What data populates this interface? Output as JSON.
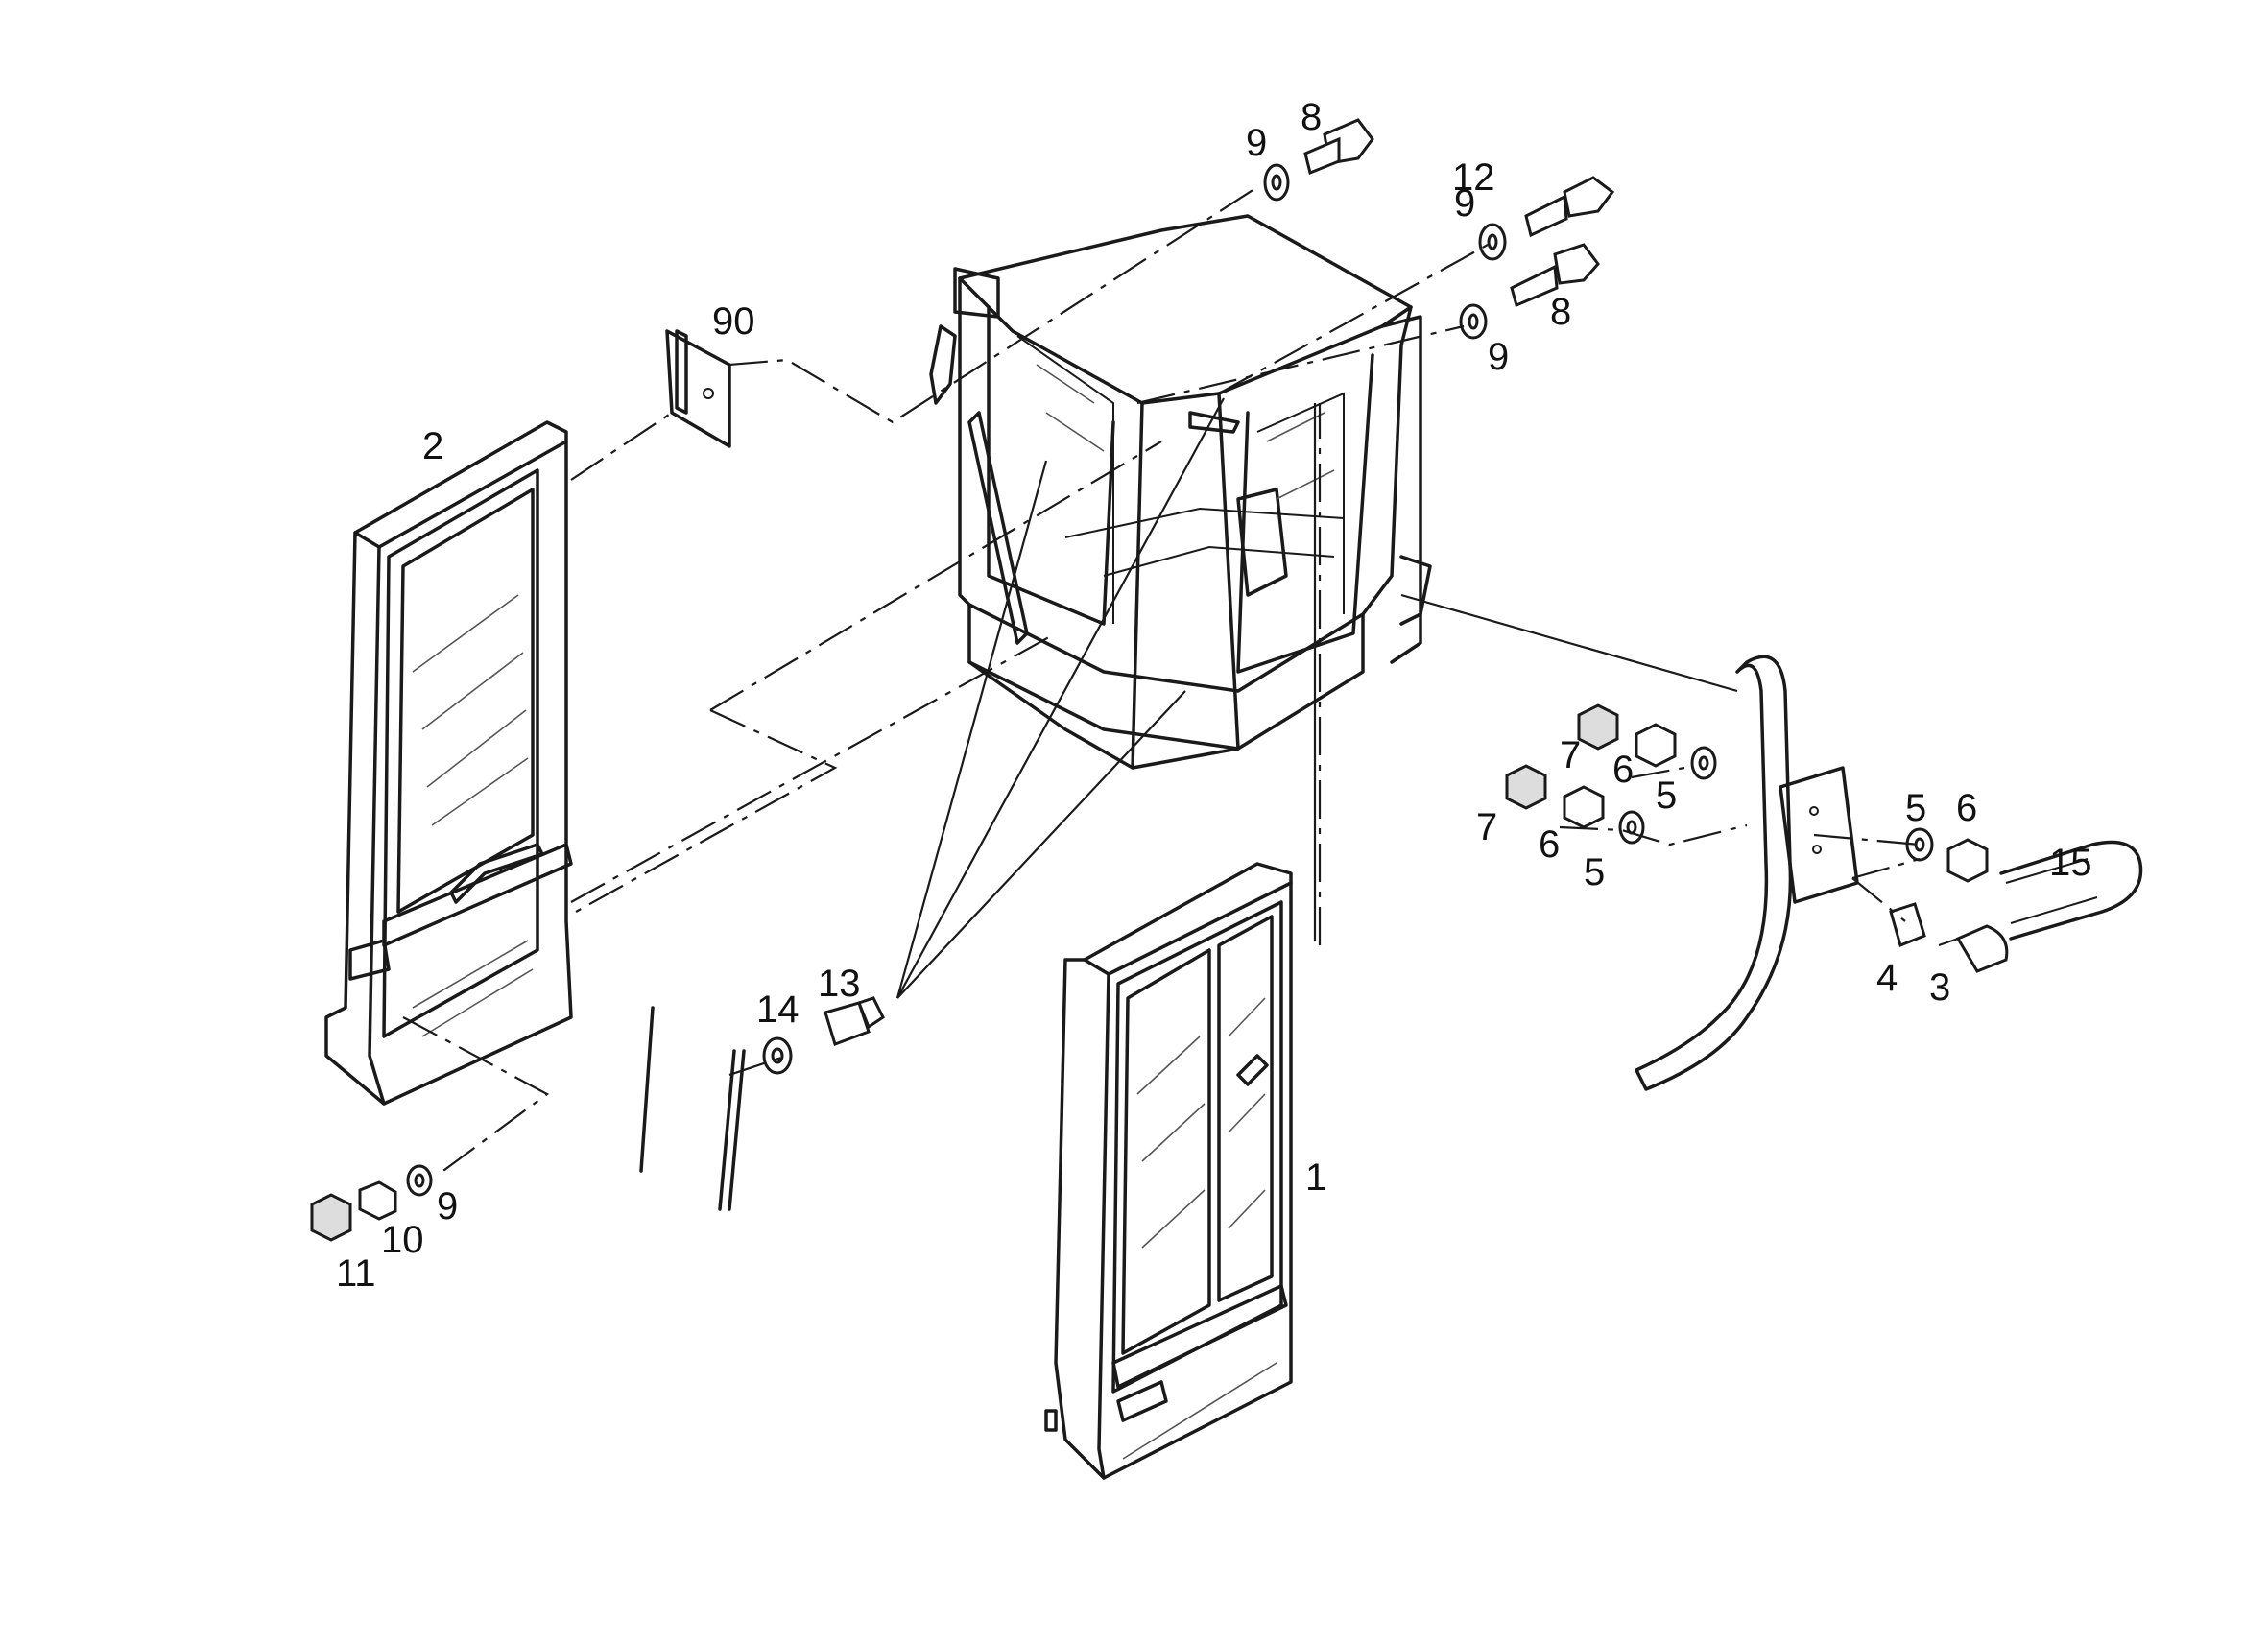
{
  "diagram": {
    "type": "exploded parts diagram",
    "callouts": [
      {
        "id": "c1",
        "label": "1"
      },
      {
        "id": "c2",
        "label": "2"
      },
      {
        "id": "c3",
        "label": "3"
      },
      {
        "id": "c4",
        "label": "4"
      },
      {
        "id": "c5a",
        "label": "5"
      },
      {
        "id": "c5b",
        "label": "5"
      },
      {
        "id": "c5c",
        "label": "5"
      },
      {
        "id": "c6a",
        "label": "6"
      },
      {
        "id": "c6b",
        "label": "6"
      },
      {
        "id": "c6c",
        "label": "6"
      },
      {
        "id": "c7a",
        "label": "7"
      },
      {
        "id": "c7b",
        "label": "7"
      },
      {
        "id": "c8a",
        "label": "8"
      },
      {
        "id": "c8b",
        "label": "8"
      },
      {
        "id": "c9a",
        "label": "9"
      },
      {
        "id": "c9b",
        "label": "9"
      },
      {
        "id": "c9c",
        "label": "9"
      },
      {
        "id": "c9d",
        "label": "9"
      },
      {
        "id": "c10",
        "label": "10"
      },
      {
        "id": "c11",
        "label": "11"
      },
      {
        "id": "c12",
        "label": "12"
      },
      {
        "id": "c13",
        "label": "13"
      },
      {
        "id": "c14",
        "label": "14"
      },
      {
        "id": "c15",
        "label": "15"
      },
      {
        "id": "c90",
        "label": "90"
      }
    ]
  }
}
